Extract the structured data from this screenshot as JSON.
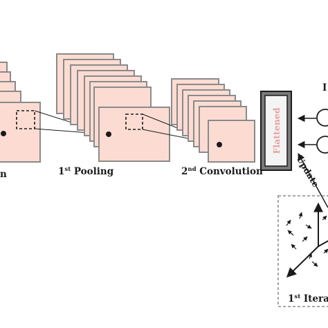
{
  "labels": {
    "convolution_first_fragment": "n",
    "pooling": {
      "ordinal": "1",
      "suffix": "st",
      "text": " Pooling"
    },
    "convolution_second": {
      "ordinal": "2",
      "suffix": "nd",
      "text": " Convolution"
    },
    "flattened": "Flattened",
    "update": "Update",
    "top_right_fragment": "I",
    "iteration_fragment": {
      "ordinal": "1",
      "suffix": "st",
      "text": " Iterat"
    }
  },
  "colors": {
    "feature_map_fill": "#fcdcd2",
    "feature_map_stroke": "#8a8a8a",
    "flattened_fill": "#7a7a7a",
    "flattened_text": "#e8a0a0",
    "ink": "#1a1a1a",
    "dashed_box": "#888888"
  }
}
